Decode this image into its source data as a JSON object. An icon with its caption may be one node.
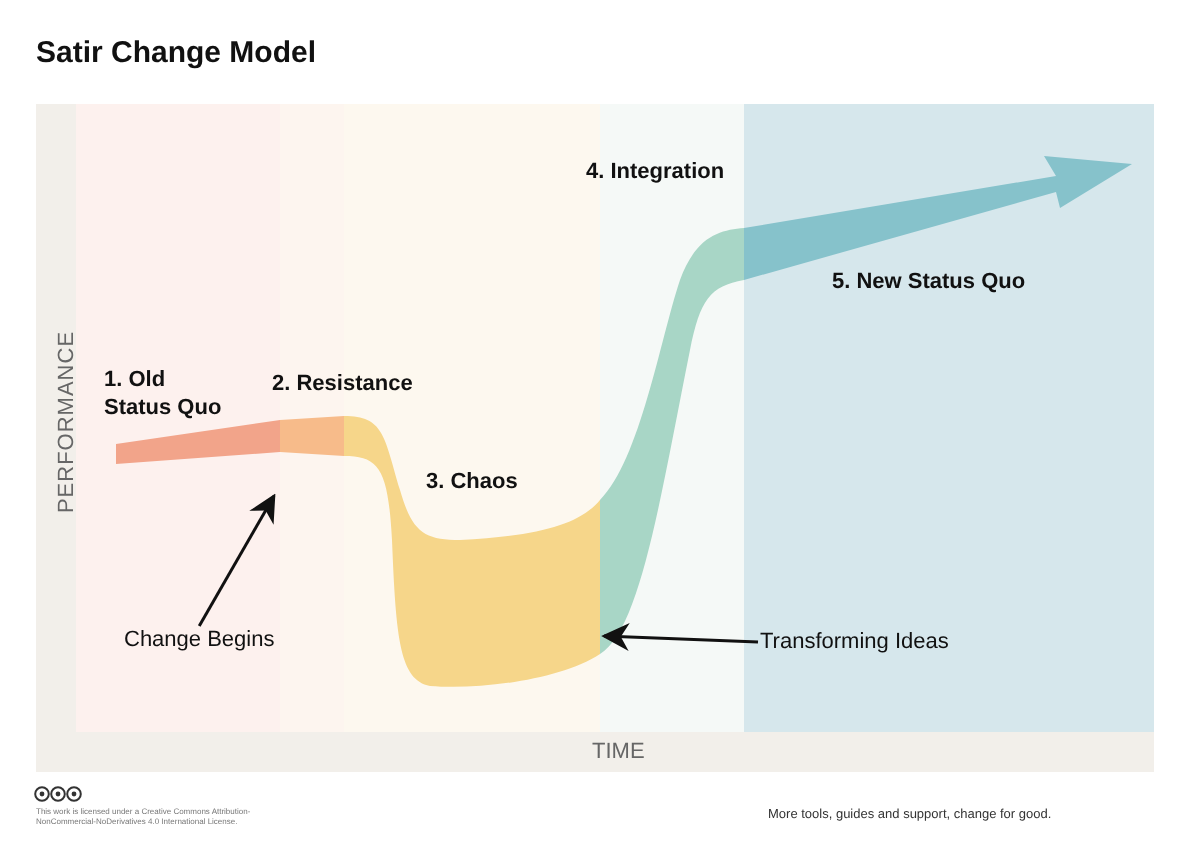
{
  "diagram": {
    "title": "Satir Change Model",
    "nodes": [
      {
        "text": [
          "Change Begins"
        ]
      },
      {
        "text": [
          "Transforming Ideas"
        ]
      }
    ],
    "edges": [
      {
        "from": 0,
        "to": null,
        "arrow": "to"
      },
      {
        "from": 1,
        "to": null,
        "arrow": "to"
      }
    ],
    "labels": [
      "1. Old Status Quo",
      "2. Resistance",
      "3. Chaos",
      "4. Integration",
      "5. New Status Quo",
      "PERFORMANCE",
      "TIME",
      "This work is licensed under a Creative Commons Attribution-NonCommercial-NoDerivatives 4.0 International License.",
      "More tools, guides and support, change for good."
    ]
  }
}
